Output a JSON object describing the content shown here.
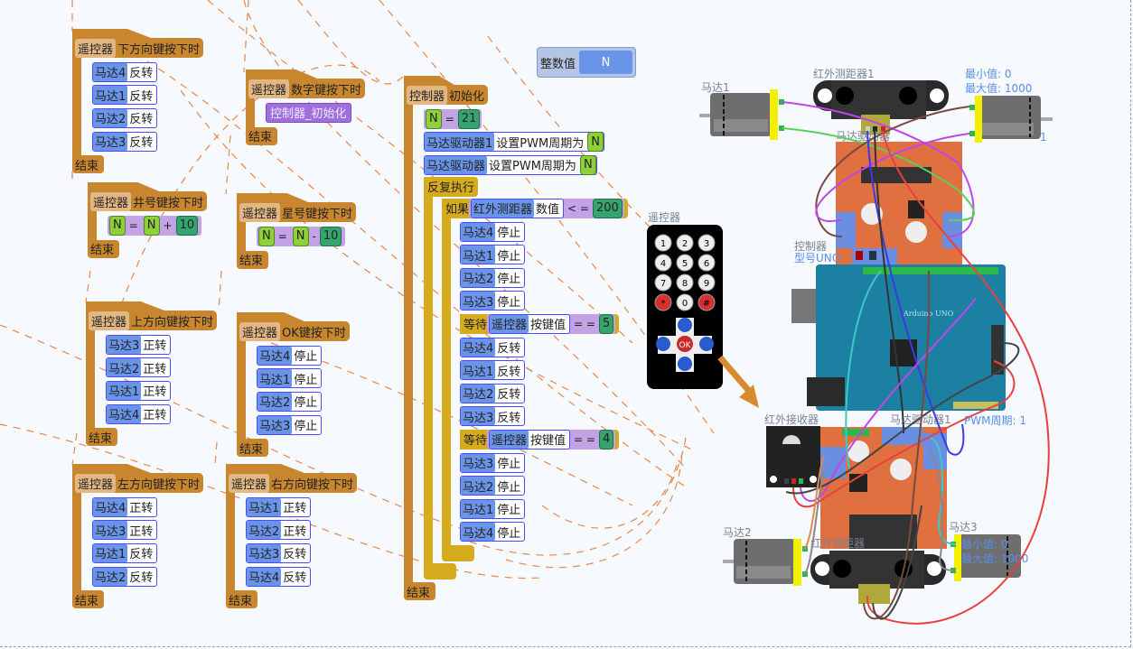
{
  "variable": {
    "type_label": "整数值",
    "name": "N"
  },
  "events": [
    {
      "object": "遥控器",
      "event": "下方向键按下时",
      "end": "结束",
      "body": [
        {
          "t": "motor",
          "m": "马达4",
          "a": "反转"
        },
        {
          "t": "motor",
          "m": "马达1",
          "a": "反转"
        },
        {
          "t": "motor",
          "m": "马达2",
          "a": "反转"
        },
        {
          "t": "motor",
          "m": "马达3",
          "a": "反转"
        }
      ]
    },
    {
      "object": "遥控器",
      "event": "数字键按下时",
      "end": "结束",
      "body": [
        {
          "t": "call",
          "label": "控制器_初始化"
        }
      ]
    },
    {
      "object": "遥控器",
      "event": "井号键按下时",
      "end": "结束",
      "body": [
        {
          "t": "assign",
          "var": "N",
          "eq": "=",
          "lhs": "N",
          "op": "+",
          "val": "10"
        }
      ]
    },
    {
      "object": "遥控器",
      "event": "星号键按下时",
      "end": "结束",
      "body": [
        {
          "t": "assign",
          "var": "N",
          "eq": "=",
          "lhs": "N",
          "op": "-",
          "val": "10"
        }
      ]
    },
    {
      "object": "遥控器",
      "event": "上方向键按下时",
      "end": "结束",
      "body": [
        {
          "t": "motor",
          "m": "马达3",
          "a": "正转"
        },
        {
          "t": "motor",
          "m": "马达2",
          "a": "正转"
        },
        {
          "t": "motor",
          "m": "马达1",
          "a": "正转"
        },
        {
          "t": "motor",
          "m": "马达4",
          "a": "正转"
        }
      ]
    },
    {
      "object": "遥控器",
      "event": "OK键按下时",
      "end": "结束",
      "body": [
        {
          "t": "motor",
          "m": "马达4",
          "a": "停止"
        },
        {
          "t": "motor",
          "m": "马达1",
          "a": "停止"
        },
        {
          "t": "motor",
          "m": "马达2",
          "a": "停止"
        },
        {
          "t": "motor",
          "m": "马达3",
          "a": "停止"
        }
      ]
    },
    {
      "object": "遥控器",
      "event": "左方向键按下时",
      "end": "结束",
      "body": [
        {
          "t": "motor",
          "m": "马达4",
          "a": "正转"
        },
        {
          "t": "motor",
          "m": "马达3",
          "a": "正转"
        },
        {
          "t": "motor",
          "m": "马达1",
          "a": "反转"
        },
        {
          "t": "motor",
          "m": "马达2",
          "a": "反转"
        }
      ]
    },
    {
      "object": "遥控器",
      "event": "右方向键按下时",
      "end": "结束",
      "body": [
        {
          "t": "motor",
          "m": "马达1",
          "a": "正转"
        },
        {
          "t": "motor",
          "m": "马达2",
          "a": "正转"
        },
        {
          "t": "motor",
          "m": "马达3",
          "a": "反转"
        },
        {
          "t": "motor",
          "m": "马达4",
          "a": "反转"
        }
      ]
    }
  ],
  "main": {
    "object": "控制器",
    "event": "初始化",
    "end": "结束",
    "body": [
      {
        "t": "assign",
        "var": "N",
        "eq": "=",
        "val": "21"
      },
      {
        "t": "pwm",
        "m": "马达驱动器1",
        "a": "设置PWM周期为",
        "var": "N"
      },
      {
        "t": "pwm",
        "m": "马达驱动器",
        "a": "设置PWM周期为",
        "var": "N"
      },
      {
        "t": "repeat",
        "label": "反复执行",
        "body": [
          {
            "t": "if",
            "label": "如果",
            "cond": {
              "obj": "红外测距器",
              "prop": "数值",
              "op": "< =",
              "val": "200"
            },
            "body": [
              {
                "t": "motor",
                "m": "马达4",
                "a": "停止"
              },
              {
                "t": "motor",
                "m": "马达1",
                "a": "停止"
              },
              {
                "t": "motor",
                "m": "马达2",
                "a": "停止"
              },
              {
                "t": "motor",
                "m": "马达3",
                "a": "停止"
              },
              {
                "t": "wait",
                "label": "等待",
                "cond": {
                  "obj": "遥控器",
                  "prop": "按键值",
                  "op": "= =",
                  "val": "5"
                }
              },
              {
                "t": "motor",
                "m": "马达4",
                "a": "反转"
              },
              {
                "t": "motor",
                "m": "马达1",
                "a": "反转"
              },
              {
                "t": "motor",
                "m": "马达2",
                "a": "反转"
              },
              {
                "t": "motor",
                "m": "马达3",
                "a": "反转"
              },
              {
                "t": "wait",
                "label": "等待",
                "cond": {
                  "obj": "遥控器",
                  "prop": "按键值",
                  "op": "= =",
                  "val": "4"
                }
              },
              {
                "t": "motor",
                "m": "马达3",
                "a": "停止"
              },
              {
                "t": "motor",
                "m": "马达2",
                "a": "停止"
              },
              {
                "t": "motor",
                "m": "马达1",
                "a": "停止"
              },
              {
                "t": "motor",
                "m": "马达4",
                "a": "停止"
              }
            ]
          }
        ]
      }
    ]
  },
  "hardware": {
    "motor1_label": "马达1",
    "ir_sensor1_label": "红外测距器1",
    "ir_sensor1_min": "最小值: 0",
    "ir_sensor1_max": "最大值: 1000",
    "driver_top_label": "马达驱动器",
    "motor4_label_fragment": "1",
    "remote_label": "遥控器",
    "remote_keys": [
      "1",
      "2",
      "3",
      "4",
      "5",
      "6",
      "7",
      "8",
      "9",
      "*",
      "0",
      "#",
      "OK"
    ],
    "controller_label": "控制器",
    "controller_model": "型号UNO",
    "board_text": "Arduino UNO",
    "ir_receiver_label": "红外接收器",
    "driver_bottom_label": "马达驱动器1",
    "driver_bottom_pwm": "PWM周期: 1",
    "motor2_label": "马达2",
    "ir_sensor2_label": "红外测距器",
    "motor3_label": "马达3",
    "ir_sensor2_min": "最小值: 0",
    "ir_sensor2_max": "最大值: 1000"
  },
  "colors": {
    "event_block": "#c8862f",
    "control_block": "#d6ab1e",
    "motor_chip": "#6a94e8",
    "variable": "#8fd03a",
    "number": "#35a46e",
    "driver_board": "#e07040",
    "arduino": "#1b80a2"
  }
}
